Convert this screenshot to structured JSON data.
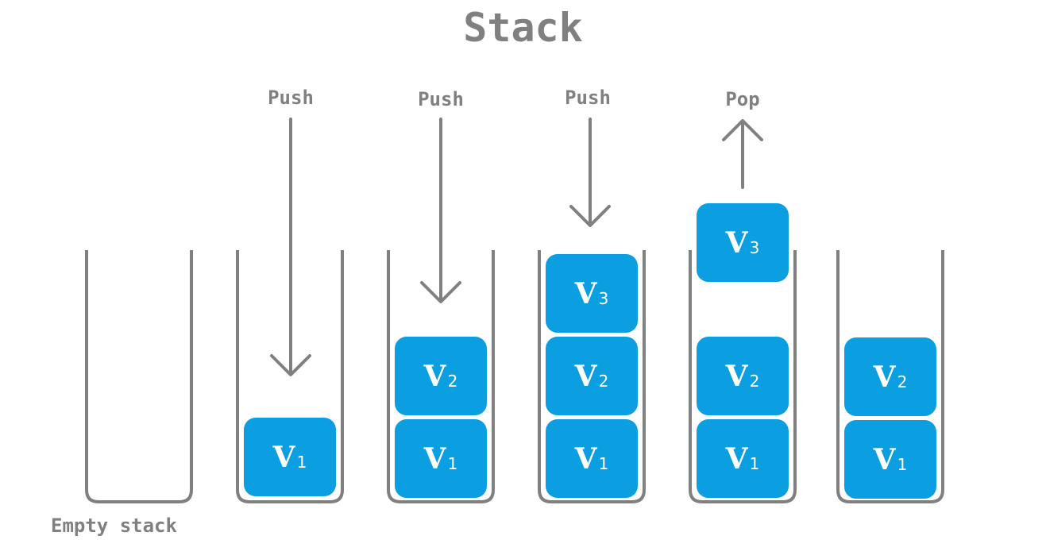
{
  "title": "Stack",
  "caption": "Empty stack",
  "block_symbol": "V",
  "operations": [
    {
      "label": "Push",
      "direction": "down"
    },
    {
      "label": "Push",
      "direction": "down"
    },
    {
      "label": "Push",
      "direction": "down"
    },
    {
      "label": "Pop",
      "direction": "up"
    }
  ],
  "stacks": [
    {
      "blocks": []
    },
    {
      "blocks": [
        "1"
      ]
    },
    {
      "blocks": [
        "1",
        "2"
      ]
    },
    {
      "blocks": [
        "1",
        "2",
        "3"
      ]
    },
    {
      "blocks": [
        "1",
        "2"
      ],
      "popped": "3"
    },
    {
      "blocks": [
        "1",
        "2"
      ]
    }
  ],
  "colors": {
    "block": "#0b9ee1",
    "line": "#808080",
    "text": "#808080"
  }
}
